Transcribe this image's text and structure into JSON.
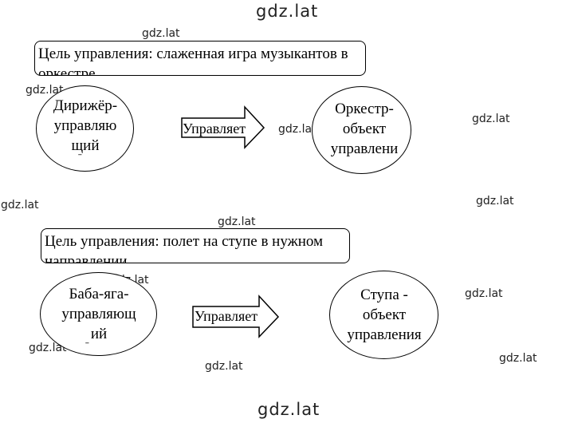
{
  "watermark": "gdz.lat",
  "block1": {
    "goal": "Цель управления: слаженная игра музыкантов в оркестре",
    "subject": "Дирижёр-\nуправляю\nщий",
    "object": "Оркестр-\nобъект\nуправлени",
    "verb": "Управляет"
  },
  "block2": {
    "goal": "Цель управления: полет на ступе в нужном направлении",
    "subject": "Баба-яга-\nуправляющ\nий",
    "object": "Ступа -\nобъект\nуправления",
    "verb": "Управляет"
  }
}
